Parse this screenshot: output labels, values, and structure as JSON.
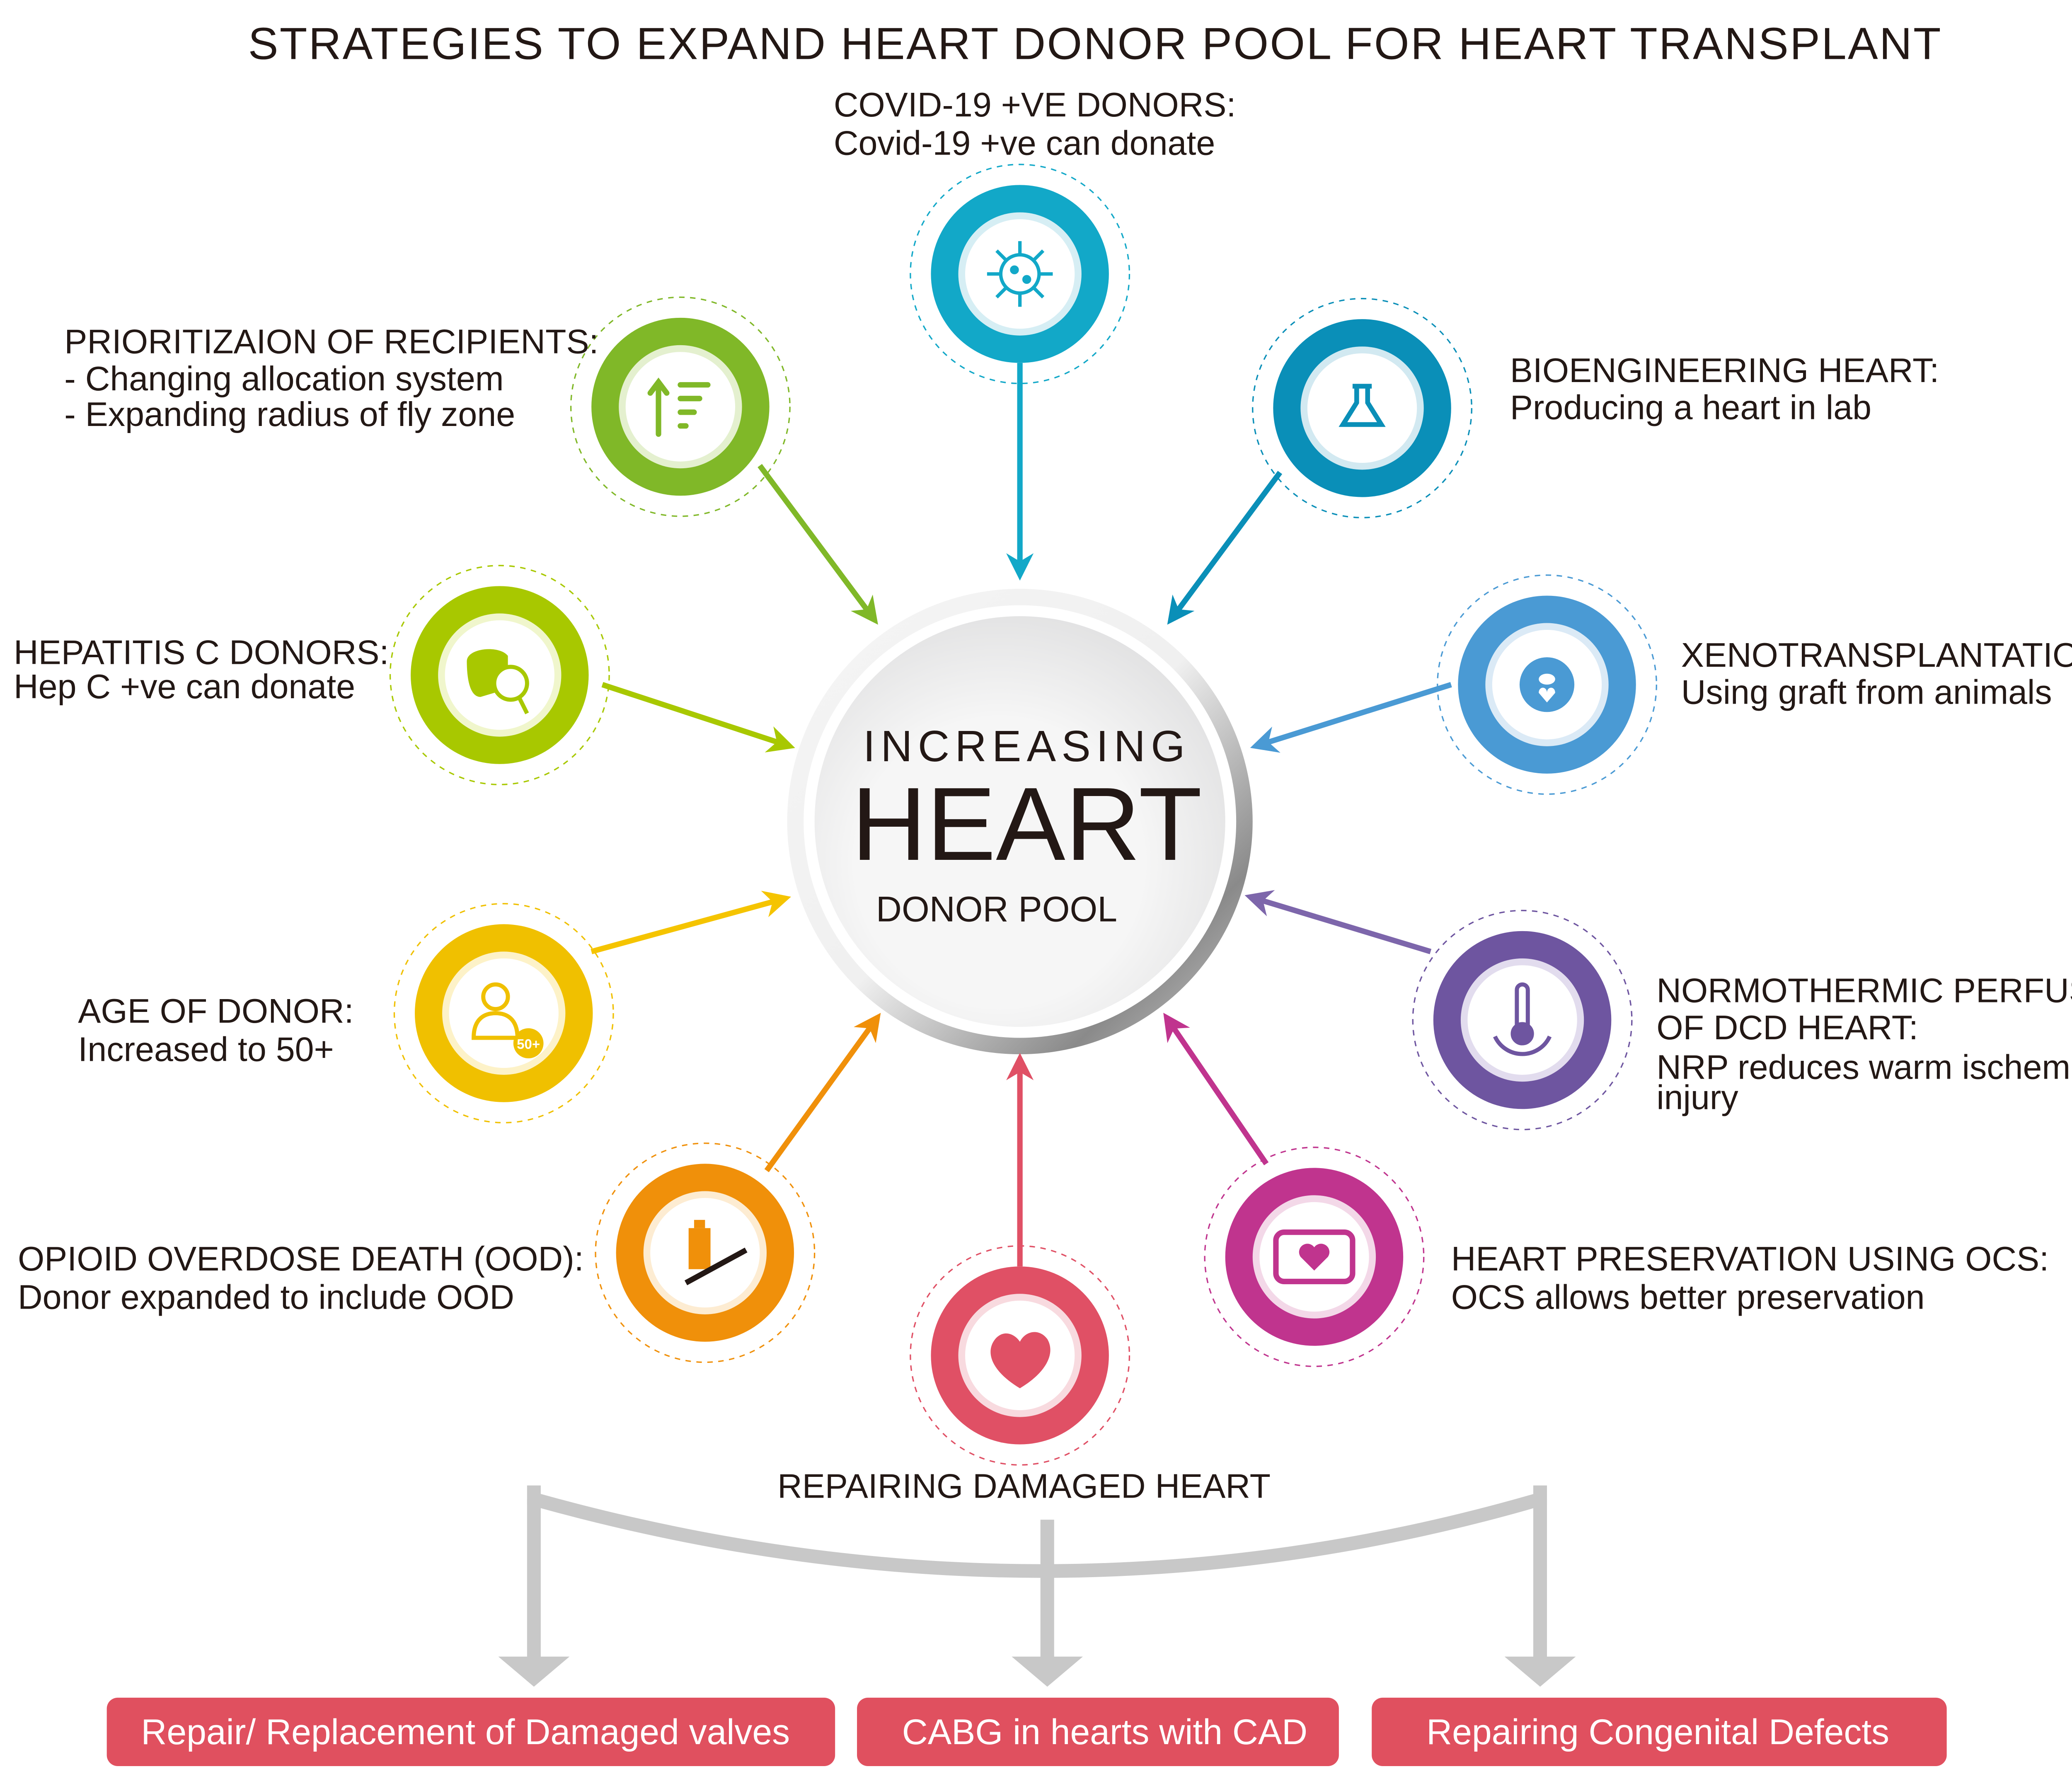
{
  "title": "STRATEGIES TO EXPAND HEART DONOR POOL FOR HEART TRANSPLANT",
  "center": {
    "line1": "INCREASING",
    "line2": "HEART",
    "line3": "DONOR POOL"
  },
  "strategies": [
    {
      "heading": "COVID-19 +VE DONORS:",
      "lines": [
        "Covid-19 +ve can donate"
      ],
      "icon": "virus-icon",
      "color": "#12a8c8"
    },
    {
      "heading": "BIOENGINEERING HEART:",
      "lines": [
        "Producing a heart in lab"
      ],
      "icon": "flask-icon",
      "color": "#0a8fb8"
    },
    {
      "heading": "XENOTRANSPLANTATION:",
      "lines": [
        "Using graft from animals"
      ],
      "icon": "pig-icon",
      "color": "#4a9ad4"
    },
    {
      "heading": "NORMOTHERMIC PERFUSION",
      "lines": [
        "OF DCD HEART:",
        "NRP reduces warm ischemic",
        "injury"
      ],
      "icon": "thermometer-icon",
      "color": "#6e55a0"
    },
    {
      "heading": "HEART PRESERVATION USING OCS:",
      "lines": [
        "OCS allows better preservation"
      ],
      "icon": "heart-box-icon",
      "color": "#c0348e"
    },
    {
      "heading": "REPAIRING DAMAGED HEART",
      "lines": [],
      "icon": "heart-organ-icon",
      "color": "#e05065"
    },
    {
      "heading": "OPIOID OVERDOSE DEATH (OOD):",
      "lines": [
        "Donor expanded to include OOD"
      ],
      "icon": "syringe-bottle-icon",
      "color": "#f0900a"
    },
    {
      "heading": "AGE OF DONOR:",
      "lines": [
        "Increased to 50+"
      ],
      "icon": "person-50-icon",
      "color": "#f0c000",
      "badge": "50+"
    },
    {
      "heading": "HEPATITIS C DONORS:",
      "lines": [
        "Hep C +ve can donate"
      ],
      "icon": "liver-magnifier-icon",
      "color": "#a8c800"
    },
    {
      "heading": "PRIORITIZAION OF RECIPIENTS:",
      "lines": [
        "- Changing allocation system",
        "- Expanding radius of fly zone"
      ],
      "icon": "sort-up-icon",
      "color": "#80b828"
    }
  ],
  "repair_options": [
    "Repair/ Replacement of Damaged valves",
    "CABG in hearts with CAD",
    "Repairing Congenital Defects"
  ],
  "colors": {
    "box": "#e0505f",
    "connector": "#c8c8c8",
    "text": "#231815"
  }
}
